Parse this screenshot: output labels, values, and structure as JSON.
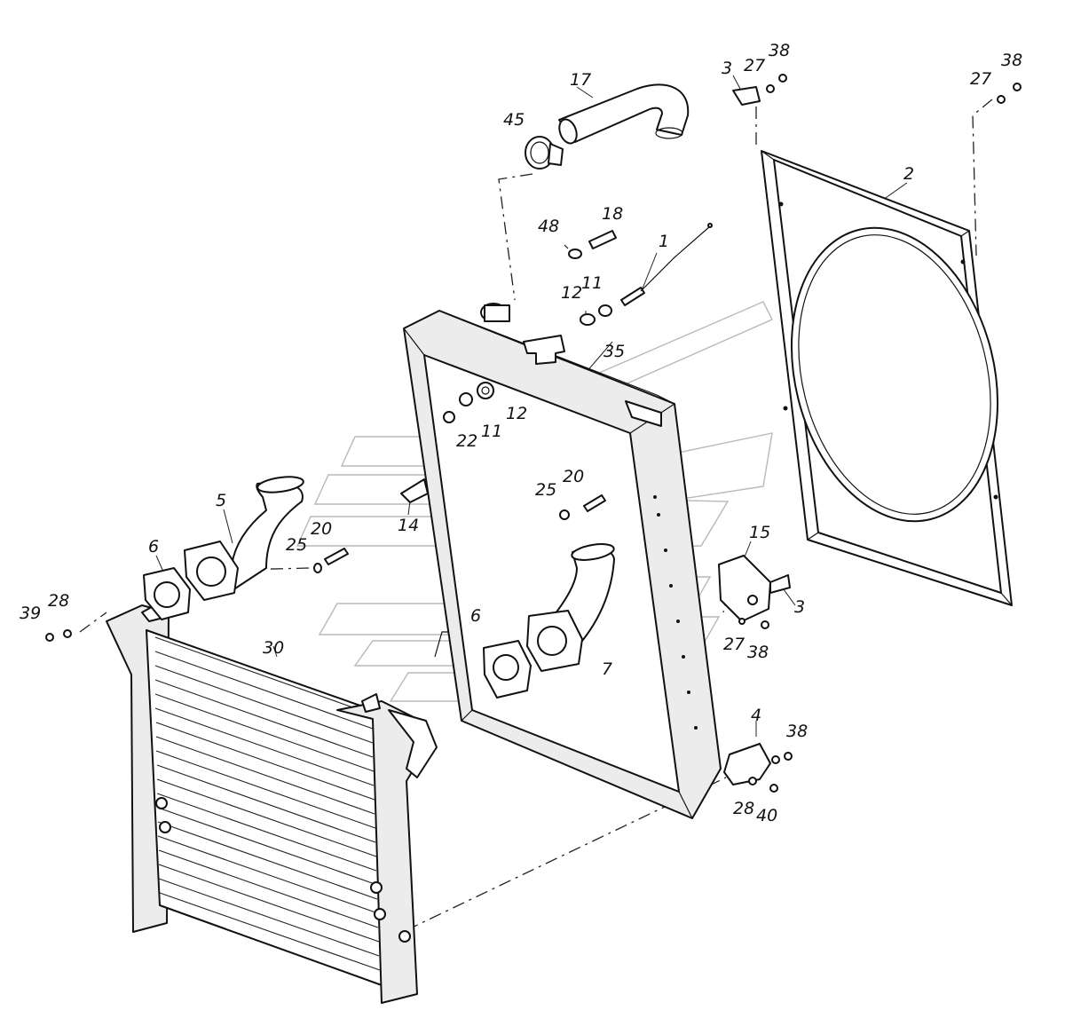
{
  "callouts": [
    {
      "id": "c1",
      "text": "1"
    },
    {
      "id": "c2",
      "text": "2"
    },
    {
      "id": "c3a",
      "text": "3"
    },
    {
      "id": "c3b",
      "text": "3"
    },
    {
      "id": "c4",
      "text": "4"
    },
    {
      "id": "c5",
      "text": "5"
    },
    {
      "id": "c6a",
      "text": "6"
    },
    {
      "id": "c6b",
      "text": "6"
    },
    {
      "id": "c7",
      "text": "7"
    },
    {
      "id": "c11a",
      "text": "11"
    },
    {
      "id": "c11b",
      "text": "11"
    },
    {
      "id": "c12a",
      "text": "12"
    },
    {
      "id": "c12b",
      "text": "12"
    },
    {
      "id": "c14",
      "text": "14"
    },
    {
      "id": "c15",
      "text": "15"
    },
    {
      "id": "c17",
      "text": "17"
    },
    {
      "id": "c18",
      "text": "18"
    },
    {
      "id": "c20a",
      "text": "20"
    },
    {
      "id": "c20b",
      "text": "20"
    },
    {
      "id": "c22",
      "text": "22"
    },
    {
      "id": "c25a",
      "text": "25"
    },
    {
      "id": "c25b",
      "text": "25"
    },
    {
      "id": "c27a",
      "text": "27"
    },
    {
      "id": "c27b",
      "text": "27"
    },
    {
      "id": "c27c",
      "text": "27"
    },
    {
      "id": "c28a",
      "text": "28"
    },
    {
      "id": "c28b",
      "text": "28"
    },
    {
      "id": "c30",
      "text": "30"
    },
    {
      "id": "c35",
      "text": "35"
    },
    {
      "id": "c38a",
      "text": "38"
    },
    {
      "id": "c38b",
      "text": "38"
    },
    {
      "id": "c38c",
      "text": "38"
    },
    {
      "id": "c38d",
      "text": "38"
    },
    {
      "id": "c39",
      "text": "39"
    },
    {
      "id": "c40",
      "text": "40"
    },
    {
      "id": "c45",
      "text": "45"
    },
    {
      "id": "c48",
      "text": "48"
    }
  ]
}
